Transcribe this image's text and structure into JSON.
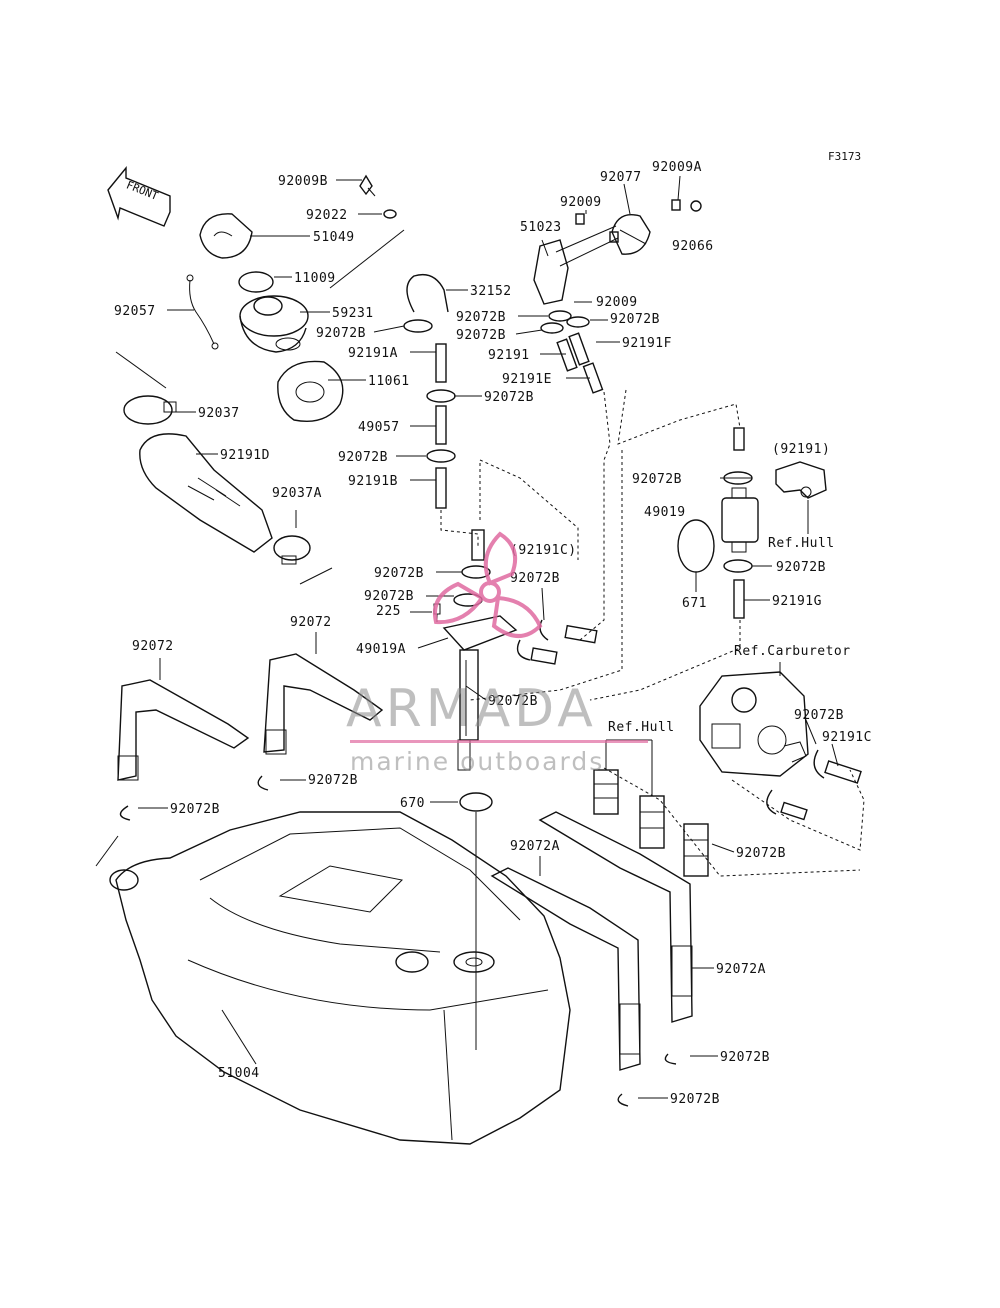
{
  "figure_code": "F3173",
  "front_label": "FRONT",
  "watermark": {
    "brand": "ARMADA",
    "tagline": "marine outboards",
    "accent": "#e06aa0",
    "text_color": "#8a8a8a"
  },
  "callouts": [
    "92009B",
    "92022",
    "51049",
    "11009",
    "92057",
    "59231",
    "92072B",
    "11061",
    "92037",
    "92191D",
    "92037A",
    "32152",
    "92191A",
    "92072B",
    "49057",
    "92072B",
    "92191B",
    "51023",
    "92009",
    "92077",
    "92009A",
    "92066",
    "92072B",
    "92009",
    "92072B",
    "92072B",
    "92191",
    "92191F",
    "92191E",
    "(92191C)",
    "92072B",
    "92072B",
    "225",
    "92072B",
    "49019A",
    "92072B",
    "92072",
    "92072",
    "92072B",
    "92072B",
    "670",
    "92072A",
    "92072A",
    "92072B",
    "92072B",
    "51004",
    "92072B",
    "49019",
    "671",
    "92072B",
    "92191G",
    "(92191)",
    "Ref.Hull",
    "Ref.Carburetor",
    "92072B",
    "92191C",
    "Ref.Hull",
    "92072B"
  ]
}
